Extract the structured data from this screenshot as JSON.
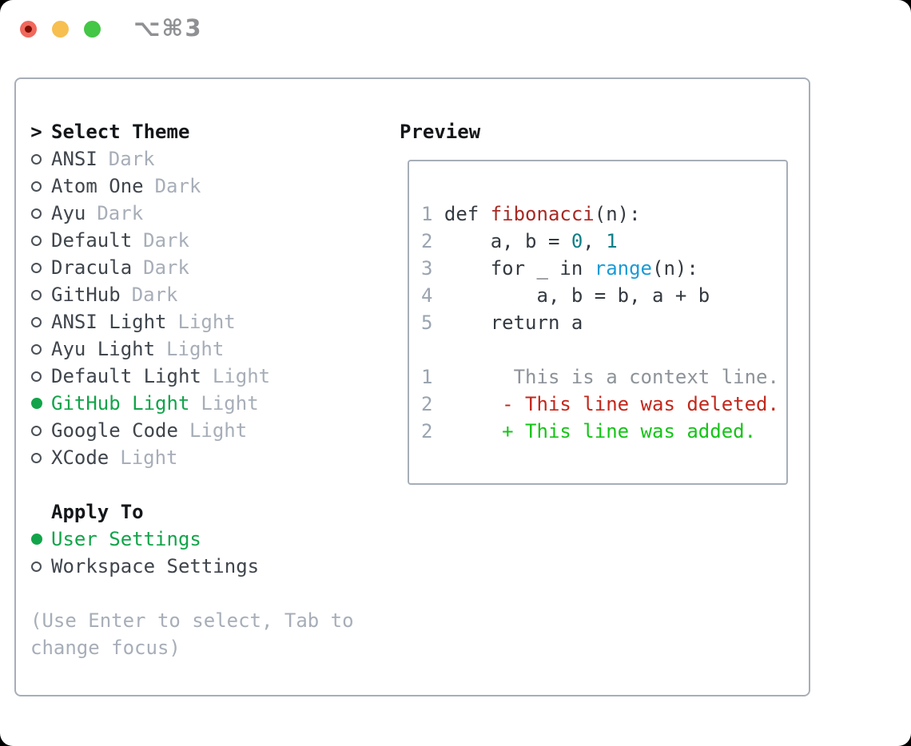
{
  "window": {
    "title": "⌥⌘3",
    "traffic_lights": {
      "close": "#f0695d",
      "close_inner": "#7d0e04",
      "minimize": "#f6bf50",
      "zoom": "#44c646"
    }
  },
  "colors": {
    "dialog_border": "#a7aeb8",
    "header_text": "#14171a",
    "item_text": "#3f454c",
    "tag_text": "#a7aeb8",
    "hint_text": "#a7aeb8",
    "selected_green": "#12a44a",
    "radio_ring": "#4b5158",
    "title_gray": "#8e9093"
  },
  "theme_list": {
    "prompt": ">",
    "header": "Select Theme",
    "items": [
      {
        "name": "ANSI",
        "tag": "Dark",
        "selected": false
      },
      {
        "name": "Atom One",
        "tag": "Dark",
        "selected": false
      },
      {
        "name": "Ayu",
        "tag": "Dark",
        "selected": false
      },
      {
        "name": "Default",
        "tag": "Dark",
        "selected": false
      },
      {
        "name": "Dracula",
        "tag": "Dark",
        "selected": false
      },
      {
        "name": "GitHub",
        "tag": "Dark",
        "selected": false
      },
      {
        "name": "ANSI Light",
        "tag": "Light",
        "selected": false
      },
      {
        "name": "Ayu Light",
        "tag": "Light",
        "selected": false
      },
      {
        "name": "Default Light",
        "tag": "Light",
        "selected": false
      },
      {
        "name": "GitHub Light",
        "tag": "Light",
        "selected": true
      },
      {
        "name": "Google Code",
        "tag": "Light",
        "selected": false
      },
      {
        "name": "XCode",
        "tag": "Light",
        "selected": false
      }
    ]
  },
  "apply_to": {
    "header": "Apply To",
    "items": [
      {
        "label": "User Settings",
        "selected": true
      },
      {
        "label": "Workspace Settings",
        "selected": false
      }
    ]
  },
  "hint": "(Use Enter to select, Tab to change focus)",
  "preview": {
    "header": "Preview",
    "palette": {
      "ln": "#9aa4b0",
      "code": "#343a41",
      "fn": "#a72a24",
      "num": "#0e7e86",
      "bi": "#1b9bd7",
      "ctx": "#8d9399",
      "del": "#c3271b",
      "add": "#15c417"
    },
    "lines": [
      {
        "segments": [
          {
            "t": "1",
            "c": "ln"
          },
          {
            "t": " def ",
            "c": "code"
          },
          {
            "t": "fibonacci",
            "c": "fn"
          },
          {
            "t": "(n):",
            "c": "code"
          }
        ]
      },
      {
        "segments": [
          {
            "t": "2",
            "c": "ln"
          },
          {
            "t": "     a, b = ",
            "c": "code"
          },
          {
            "t": "0",
            "c": "num"
          },
          {
            "t": ", ",
            "c": "code"
          },
          {
            "t": "1",
            "c": "num"
          }
        ]
      },
      {
        "segments": [
          {
            "t": "3",
            "c": "ln"
          },
          {
            "t": "     for _ in ",
            "c": "code"
          },
          {
            "t": "range",
            "c": "bi"
          },
          {
            "t": "(n):",
            "c": "code"
          }
        ]
      },
      {
        "segments": [
          {
            "t": "4",
            "c": "ln"
          },
          {
            "t": "         a, b = b, a + b",
            "c": "code"
          }
        ]
      },
      {
        "segments": [
          {
            "t": "5",
            "c": "ln"
          },
          {
            "t": "     return a",
            "c": "code"
          }
        ]
      },
      {
        "segments": []
      },
      {
        "segments": [
          {
            "t": "1",
            "c": "ln"
          },
          {
            "t": "       ",
            "c": "code"
          },
          {
            "t": "This is a context line.",
            "c": "ctx"
          }
        ]
      },
      {
        "segments": [
          {
            "t": "2",
            "c": "ln"
          },
          {
            "t": "      ",
            "c": "code"
          },
          {
            "t": "- This line was deleted.",
            "c": "del"
          }
        ]
      },
      {
        "segments": [
          {
            "t": "2",
            "c": "ln"
          },
          {
            "t": "      ",
            "c": "code"
          },
          {
            "t": "+ This line was added.",
            "c": "add"
          }
        ]
      }
    ]
  }
}
